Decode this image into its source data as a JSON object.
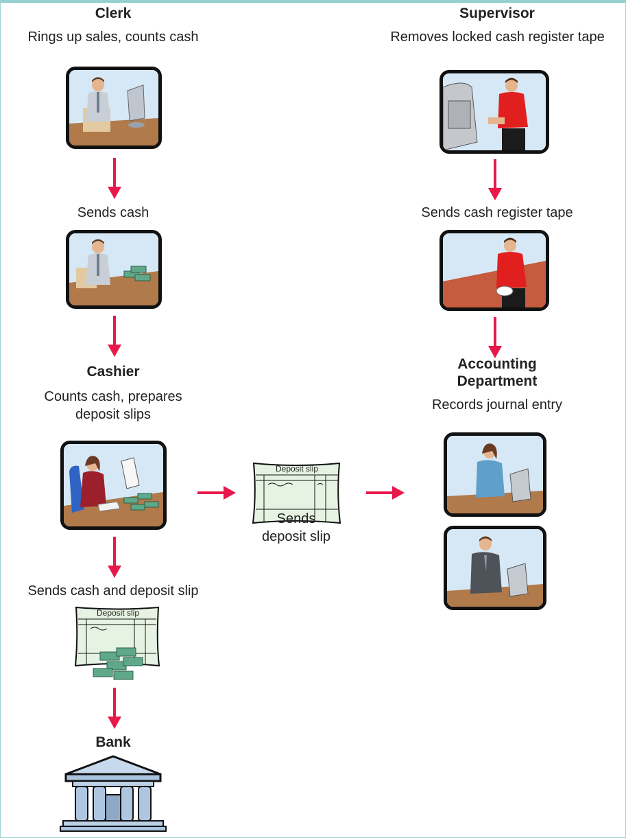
{
  "clerk": {
    "title": "Clerk",
    "desc": "Rings up sales, counts cash",
    "icon": "clerk-register-illustration"
  },
  "supervisor": {
    "title": "Supervisor",
    "desc": "Removes locked cash register tape",
    "icon": "supervisor-register-illustration"
  },
  "steps": {
    "sends_cash": "Sends cash",
    "sends_tape": "Sends cash register tape",
    "sends_cash_and_slip": "Sends cash and deposit slip",
    "sends_slip_line1": "Sends",
    "sends_slip_line2": "deposit slip"
  },
  "cashier": {
    "title": "Cashier",
    "desc_line1": "Counts cash, prepares",
    "desc_line2": "deposit slips"
  },
  "accounting": {
    "title_line1": "Accounting",
    "title_line2": "Department",
    "desc": "Records journal entry"
  },
  "bank": {
    "title": "Bank",
    "icon": "bank-building-icon"
  },
  "deposit_slip": {
    "label": "Deposit slip"
  },
  "colors": {
    "arrow": "#e8194a",
    "border": "#8ecfcf",
    "sky": "#d6e8f5",
    "desk": "#b07a4a",
    "slip": "#e6f3e2",
    "cash": "#5fa98a"
  }
}
